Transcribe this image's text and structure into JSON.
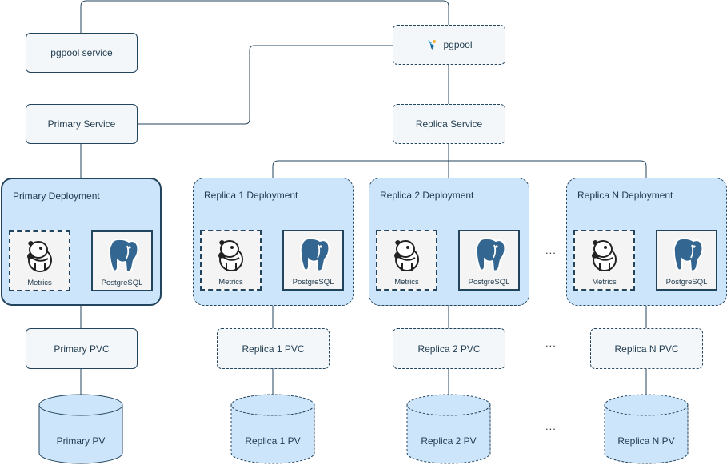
{
  "nodes": {
    "pgpool_service": "pgpool service",
    "pgpool": "pgpool",
    "primary_service": "Primary Service",
    "replica_service": "Replica Service",
    "primary_pvc": "Primary PVC",
    "primary_pv": "Primary PV"
  },
  "deployments": {
    "primary": "Primary Deployment",
    "replica1": "Replica 1 Deployment",
    "replica2": "Replica 2 Deployment",
    "replicaN": "Replica N Deployment"
  },
  "components": {
    "metrics": "Metrics",
    "postgresql": "PostgreSQL"
  },
  "pvcs": {
    "replica1": "Replica 1 PVC",
    "replica2": "Replica 2 PVC",
    "replicaN": "Replica N PVC"
  },
  "pvs": {
    "replica1": "Replica 1 PV",
    "replica2": "Replica 2 PV",
    "replicaN": "Replica N PV"
  },
  "ellipsis": "...",
  "colors": {
    "fill_light": "#cce5fb",
    "stroke": "#23445d",
    "box_fill": "#f3f7fa",
    "elephant": "#336791"
  },
  "icons": [
    "pgpool-icon",
    "prometheus-metrics-icon",
    "postgresql-elephant-icon"
  ]
}
